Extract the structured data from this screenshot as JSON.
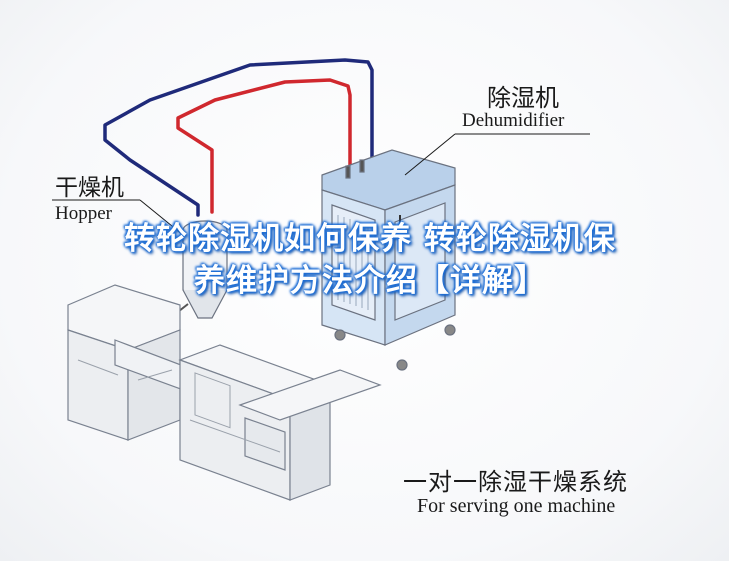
{
  "labels": {
    "dehumidifier_cn": "除湿机",
    "dehumidifier_en": "Dehumidifier",
    "hopper_cn": "干燥机",
    "hopper_en": "Hopper",
    "system_cn": "一对一除湿干燥系统",
    "system_en": "For serving one machine"
  },
  "overlay": {
    "title": "转轮除湿机如何保养 转轮除湿机保养维护方法介绍【详解】"
  },
  "colors": {
    "pipe_blue": "#1f2a7a",
    "pipe_red": "#d0282e",
    "dehumidifier_body": "#cfe0f3",
    "machine_body": "#eef0f3",
    "outline": "#6b7280",
    "title_glow": "#1f6fd6"
  }
}
